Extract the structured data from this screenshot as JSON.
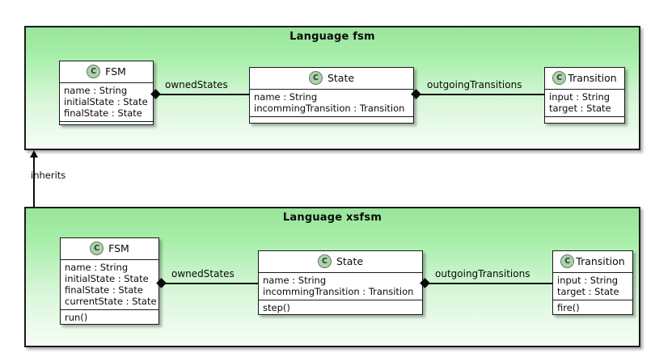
{
  "diagram": {
    "type": "uml-class-diagram",
    "inheritance_label": "inherits",
    "stereotype_glyph": "C"
  },
  "packages": [
    {
      "id": "fsm",
      "title": "Language fsm",
      "classes": [
        {
          "id": "fsm-fsm",
          "name": "FSM",
          "attributes": [
            "name : String",
            "initialState : State",
            "finalState : State"
          ],
          "operations": []
        },
        {
          "id": "fsm-state",
          "name": "State",
          "attributes": [
            "name : String",
            "incommingTransition : Transition"
          ],
          "operations": []
        },
        {
          "id": "fsm-transition",
          "name": "Transition",
          "attributes": [
            "input : String",
            "target : State"
          ],
          "operations": []
        }
      ],
      "associations": [
        {
          "id": "fsm-ownedstates",
          "label": "ownedStates",
          "from": "FSM",
          "to": "State",
          "kind": "composition"
        },
        {
          "id": "fsm-outgoing",
          "label": "outgoingTransitions",
          "from": "State",
          "to": "Transition",
          "kind": "composition"
        }
      ]
    },
    {
      "id": "xsfsm",
      "title": "Language xsfsm",
      "classes": [
        {
          "id": "xsfsm-fsm",
          "name": "FSM",
          "attributes": [
            "name : String",
            "initialState : State",
            "finalState : State",
            "currentState : State"
          ],
          "operations": [
            "run()"
          ]
        },
        {
          "id": "xsfsm-state",
          "name": "State",
          "attributes": [
            "name : String",
            "incommingTransition : Transition"
          ],
          "operations": [
            "step()"
          ]
        },
        {
          "id": "xsfsm-transition",
          "name": "Transition",
          "attributes": [
            "input : String",
            "target : State"
          ],
          "operations": [
            "fire()"
          ]
        }
      ],
      "associations": [
        {
          "id": "xsfsm-ownedstates",
          "label": "ownedStates",
          "from": "FSM",
          "to": "State",
          "kind": "composition"
        },
        {
          "id": "xsfsm-outgoing",
          "label": "outgoingTransitions",
          "from": "State",
          "to": "Transition",
          "kind": "composition"
        }
      ]
    }
  ],
  "colors": {
    "package_fill_top": "#99e49b",
    "package_fill_bottom": "#f6fdf6",
    "class_fill": "#ffffff",
    "stereotype_fill": "#add1ad",
    "line": "#0a0a0a"
  }
}
